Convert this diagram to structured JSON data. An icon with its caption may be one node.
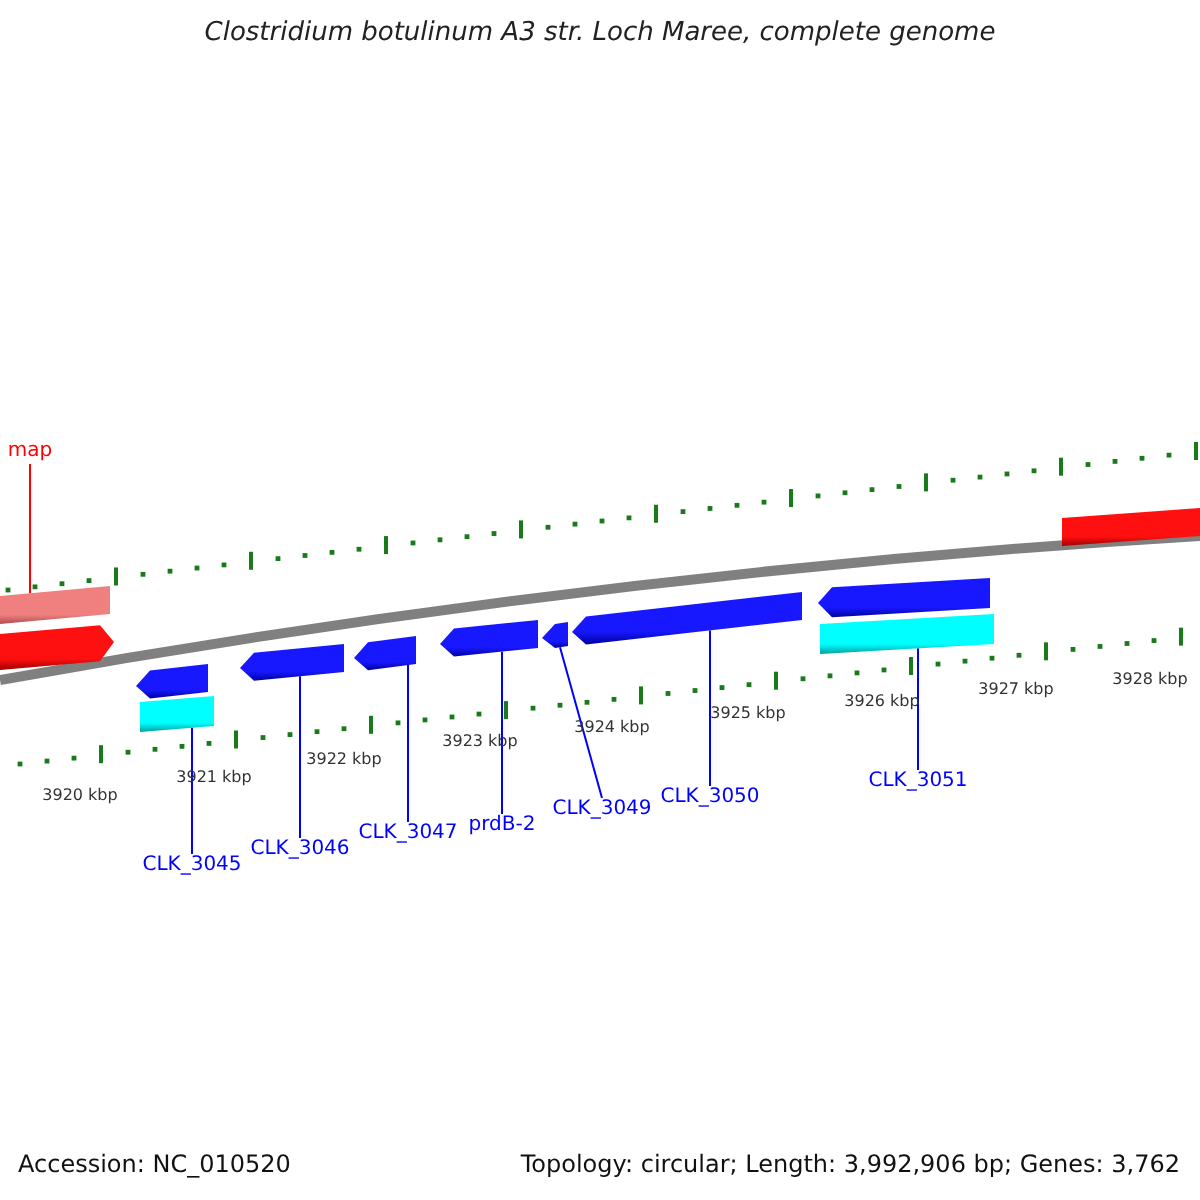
{
  "diagram": {
    "title": "Clostridium botulinum A3 str. Loch Maree, complete genome",
    "nodes": [
      {
        "text": [
          "map"
        ]
      },
      {
        "text": [],
        "shape": "bar"
      },
      {
        "text": [],
        "shape": "arrow"
      },
      {
        "text": [],
        "shape": "bar"
      },
      {
        "text": [],
        "shape": "arrow"
      },
      {
        "text": [],
        "shape": "bar"
      },
      {
        "text": [],
        "shape": "arrow"
      },
      {
        "text": [],
        "shape": "arrow"
      },
      {
        "text": [],
        "shape": "arrow"
      },
      {
        "text": [],
        "shape": "arrow"
      },
      {
        "text": [],
        "shape": "arrow"
      },
      {
        "text": [],
        "shape": "arrow"
      },
      {
        "text": [],
        "shape": "bar"
      },
      {
        "text": [
          "CLK_3045"
        ]
      },
      {
        "text": [
          "CLK_3046"
        ]
      },
      {
        "text": [
          "CLK_3047"
        ]
      },
      {
        "text": [
          "prdB-2"
        ]
      },
      {
        "text": [
          "CLK_3049"
        ]
      },
      {
        "text": [
          "CLK_3050"
        ]
      },
      {
        "text": [
          "CLK_3051"
        ]
      }
    ],
    "edges": [
      {
        "from": 0,
        "to": 1,
        "arrow": "none",
        "color": "#ff0000"
      },
      {
        "from": 13,
        "to": 5,
        "arrow": "none"
      },
      {
        "from": 14,
        "to": 6,
        "arrow": "none"
      },
      {
        "from": 15,
        "to": 7,
        "arrow": "none"
      },
      {
        "from": 16,
        "to": 8,
        "arrow": "none"
      },
      {
        "from": 17,
        "to": 9,
        "arrow": "none"
      },
      {
        "from": 18,
        "to": 10,
        "arrow": "none"
      },
      {
        "from": 19,
        "to": 12,
        "arrow": "none"
      }
    ],
    "labels": [
      "3920 kbp",
      "3921 kbp",
      "3922 kbp",
      "3923 kbp",
      "3924 kbp",
      "3925 kbp",
      "3926 kbp",
      "3927 kbp",
      "3928 kbp",
      "Accession: NC_010520",
      "Topology: circular; Length: 3,992,906 bp; Genes: 3,762"
    ]
  }
}
